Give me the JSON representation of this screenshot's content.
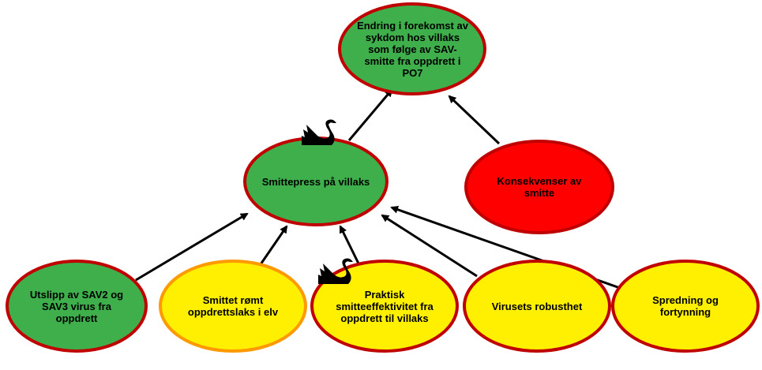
{
  "colors": {
    "green": "#3eaf4b",
    "yellow": "#ffef00",
    "red": "#ff0000",
    "border_red": "#c00000",
    "border_orange": "#ff9900"
  },
  "nodes": {
    "outcome": "Endring i forekomst av sykdom hos villaks som følge av SAV-smitte fra oppdrett i PO7",
    "pressure": "Smittepress på villaks",
    "consequences": "Konsekvenser av smitte",
    "emission": "Utslipp av SAV2 og SAV3 virus fra oppdrett",
    "escaped": "Smittet rømt oppdrettslaks i elv",
    "efficiency": "Praktisk smitteeffektivitet fra oppdrett til villaks",
    "robustness": "Virusets robusthet",
    "spread": "Spredning og fortynning"
  },
  "icons": [
    "black-swan-icon",
    "black-swan-icon"
  ]
}
